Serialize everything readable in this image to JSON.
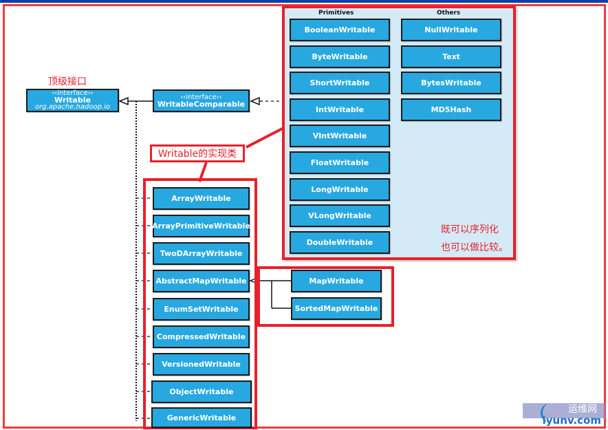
{
  "annotations": {
    "top_interface": "顶级接口",
    "impl_classes": "Writable的实现类",
    "comparable_note_line1": "既可以序列化",
    "comparable_note_line2": "也可以做比较。"
  },
  "writable": {
    "stereotype": "‹‹interface››",
    "name": "Writable",
    "package": "org.apache.hadoop.io"
  },
  "writable_comparable": {
    "stereotype": "‹‹interface››",
    "name": "WritableComparable"
  },
  "comparable_panel": {
    "primitives_header": "Primitives",
    "others_header": "Others",
    "primitives": [
      "BooleanWritable",
      "ByteWritable",
      "ShortWritable",
      "IntWritable",
      "VIntWritable",
      "FloatWritable",
      "LongWritable",
      "VLongWritable",
      "DoubleWritable"
    ],
    "others": [
      "NullWritable",
      "Text",
      "BytesWritable",
      "MD5Hash"
    ]
  },
  "writable_impls": [
    "ArrayWritable",
    "ArrayPrimitiveWritable",
    "TwoDArrayWritable",
    "AbstractMapWritable",
    "EnumSetWritable",
    "CompressedWritable",
    "VersionedWritable",
    "ObjectWritable",
    "GenericWritable"
  ],
  "map_impls": [
    "MapWritable",
    "SortedMapWritable"
  ],
  "watermark": {
    "cn": "运维网",
    "en": "iyunv.com"
  },
  "colors": {
    "box_fill": "#28a8e0",
    "highlight_red": "#e8202a",
    "panel_fill": "#d4ebf7"
  }
}
